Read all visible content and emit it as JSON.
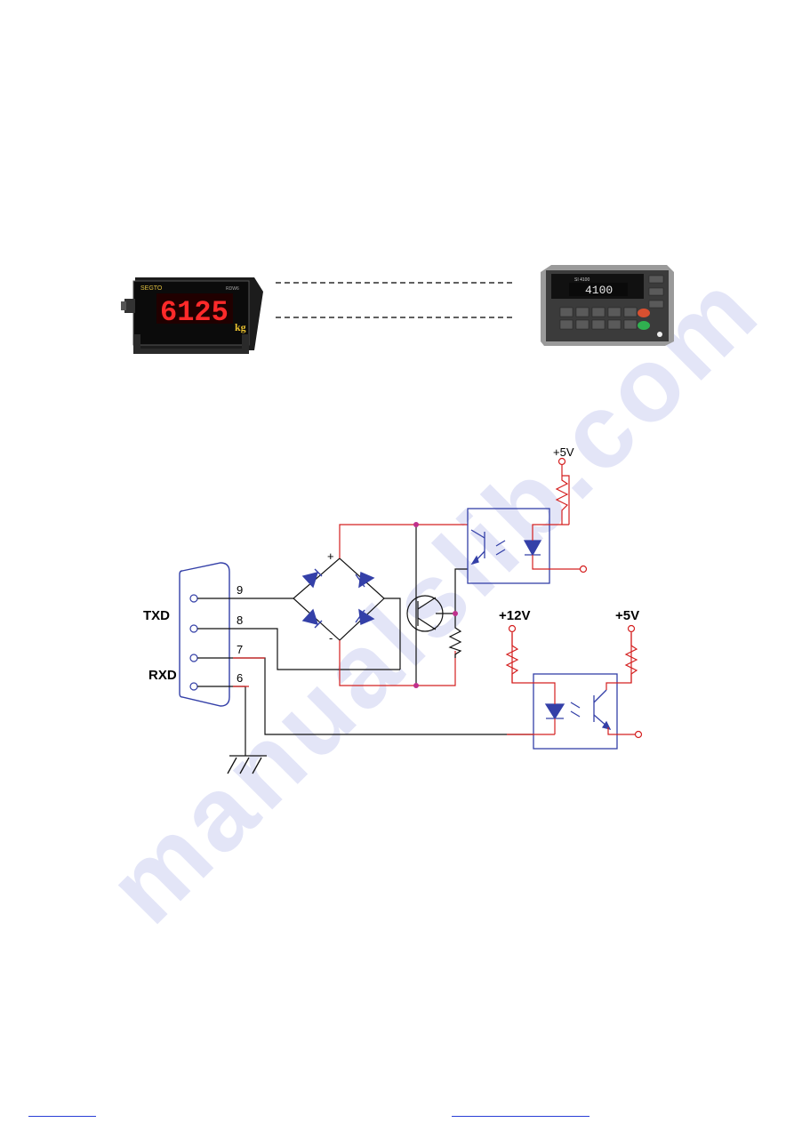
{
  "devices": {
    "remote_display": {
      "brand": "SEGTO",
      "model": "RDW6",
      "reading": "6125",
      "unit": "kg"
    },
    "indicator": {
      "brand": "SI 4100",
      "reading": "4100"
    }
  },
  "schematic": {
    "pins": {
      "p9": "9",
      "p8": "8",
      "p7": "7",
      "p6": "6"
    },
    "signals": {
      "txd": "TXD",
      "rxd": "RXD"
    },
    "supplies": {
      "v5_top": "+5V",
      "v12": "+12V",
      "v5_bottom": "+5V"
    },
    "bridge": {
      "plus": "+",
      "minus": "-"
    }
  },
  "colors": {
    "wire_red": "#d42020",
    "wire_black": "#111111",
    "component_blue": "#3440a8",
    "junction": "#c0308c",
    "watermark": "#c9cdf0"
  }
}
